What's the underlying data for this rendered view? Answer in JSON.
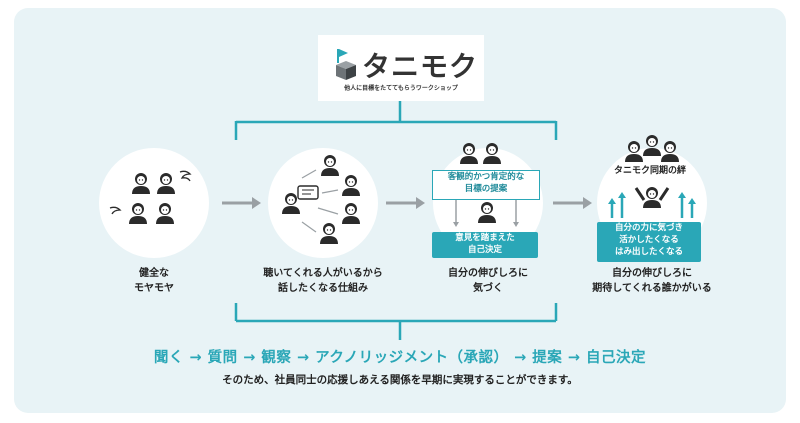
{
  "logo": {
    "name": "タニモク",
    "tagline": "他人に目標をたててもらうワークショップ"
  },
  "stages": [
    {
      "caption": [
        "健全な",
        "モヤモヤ"
      ]
    },
    {
      "caption": [
        "聴いてくれる人がいるから",
        "話したくなる仕組み"
      ]
    },
    {
      "caption": [
        "自分の伸びしろに",
        "気づく"
      ],
      "speech_box": [
        "客観的かつ肯定的な",
        "目標の提案"
      ],
      "decision_box": [
        "意見を踏まえた",
        "自己決定"
      ]
    },
    {
      "caption": [
        "自分の伸びしろに",
        "期待してくれる誰かがいる"
      ],
      "title": "タニモク同期の絆",
      "box": [
        "自分の力に気づき",
        "活かしたくなる",
        "はみ出したくなる"
      ]
    }
  ],
  "process": "聞く → 質問 → 観察 → アクノリッジメント（承認） → 提案 → 自己決定",
  "summary": "そのため、社員同士の応援しあえる関係を早期に実現することができます。",
  "colors": {
    "accent": "#2aa7b7",
    "background": "#e8f3f6",
    "arrow": "#9aa0a4",
    "person": "#2b2b2b"
  }
}
